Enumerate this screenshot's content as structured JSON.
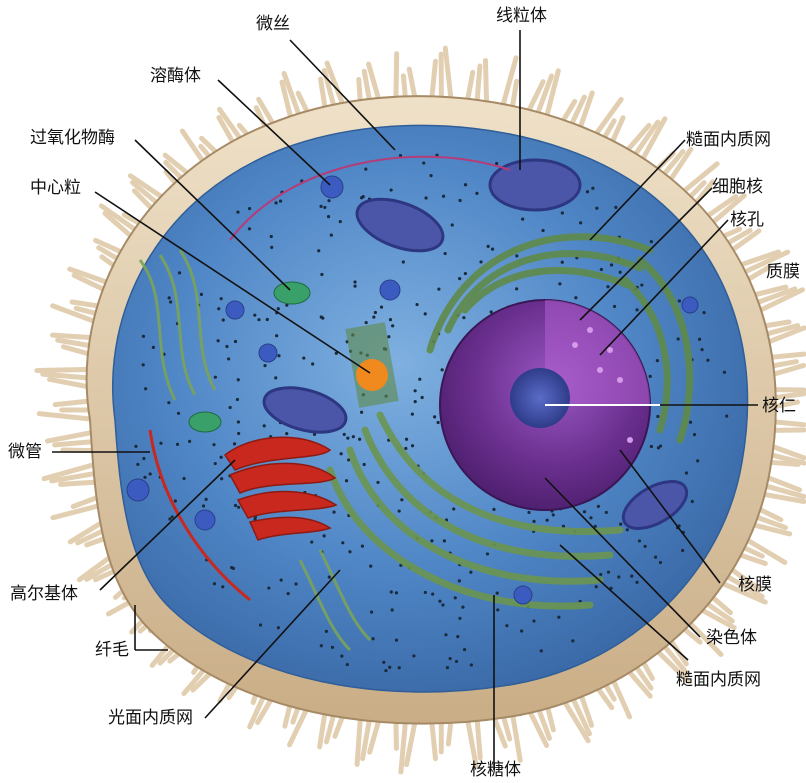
{
  "labels": {
    "microfilament": "微丝",
    "mitochondrion": "线粒体",
    "lysosome": "溶酶体",
    "peroxisome": "过氧化物酶",
    "rough_er_top": "糙面内质网",
    "centriole": "中心粒",
    "nucleus": "细胞核",
    "nuclear_pore": "核孔",
    "plasma_membrane": "质膜",
    "nucleolus": "核仁",
    "microtubule": "微管",
    "nuclear_envelope": "核膜",
    "golgi": "高尔基体",
    "chromatin": "染色体",
    "cilia": "纤毛",
    "rough_er_bottom": "糙面内质网",
    "smooth_er": "光面内质网",
    "ribosome": "核糖体"
  },
  "colors": {
    "cytoplasm": "#4f86c6",
    "membrane": "#d8c2a0",
    "cilia": "#e2cfb2",
    "nucleus": "#6a2f8e",
    "nucleolus": "#3d4fa6",
    "golgi": "#c8281e",
    "rough_er": "#5f8a4a",
    "mitochondrion": "#4b56a8",
    "centriole": "#f08a1e",
    "peroxisome": "#3aa06a"
  }
}
